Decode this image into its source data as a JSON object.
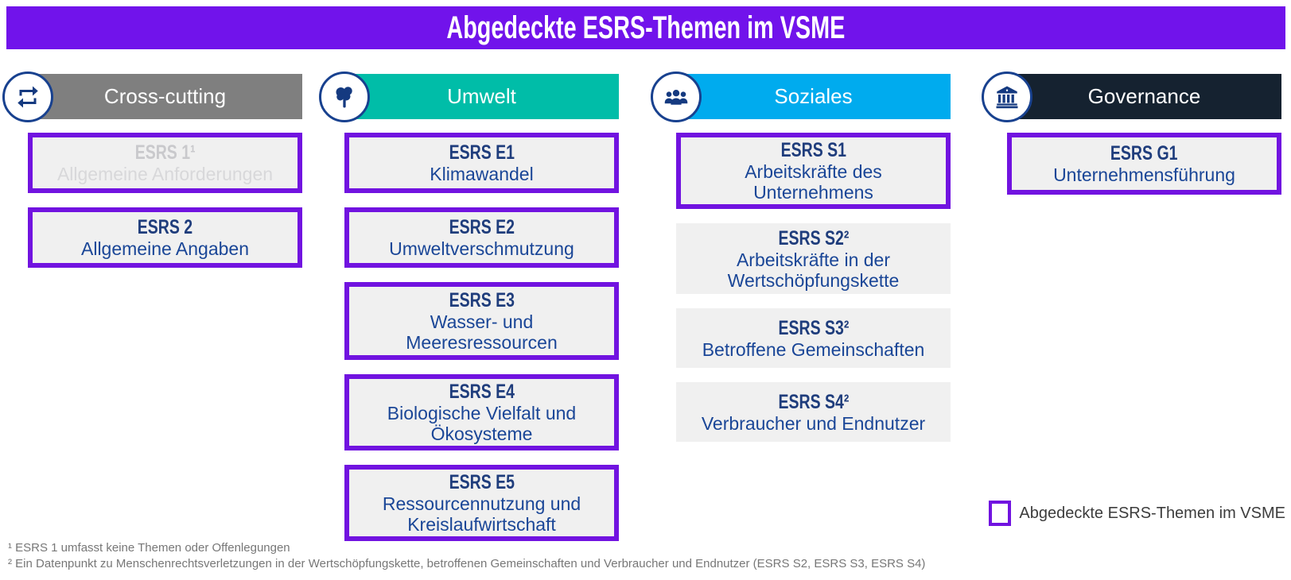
{
  "banner": {
    "title": "Abgedeckte ESRS-Themen im VSME"
  },
  "columns": [
    {
      "header": {
        "label": "Cross-cutting",
        "icon": "repeat-icon",
        "color": "#7F7F7F"
      },
      "boxes": [
        {
          "title": "ESRS 1¹",
          "subtitle": "Allgemeine Anforderungen",
          "covered": true,
          "muted": true
        },
        {
          "title": "ESRS 2",
          "subtitle": "Allgemeine Angaben",
          "covered": true,
          "muted": false
        }
      ]
    },
    {
      "header": {
        "label": "Umwelt",
        "icon": "tree-icon",
        "color": "#00BDA8"
      },
      "boxes": [
        {
          "title": "ESRS E1",
          "subtitle": "Klimawandel",
          "covered": true,
          "muted": false
        },
        {
          "title": "ESRS E2",
          "subtitle": "Umweltverschmutzung",
          "covered": true,
          "muted": false
        },
        {
          "title": "ESRS E3",
          "subtitle": "Wasser- und\nMeeresressourcen",
          "covered": true,
          "muted": false
        },
        {
          "title": "ESRS E4",
          "subtitle": "Biologische Vielfalt und\nÖkosysteme",
          "covered": true,
          "muted": false
        },
        {
          "title": "ESRS E5",
          "subtitle": "Ressourcennutzung und\nKreislaufwirtschaft",
          "covered": true,
          "muted": false
        }
      ]
    },
    {
      "header": {
        "label": "Soziales",
        "icon": "people-icon",
        "color": "#00ABEE"
      },
      "boxes": [
        {
          "title": "ESRS S1",
          "subtitle": "Arbeitskräfte des\nUnternehmens",
          "covered": true,
          "muted": false
        },
        {
          "title": "ESRS S2²",
          "subtitle": "Arbeitskräfte in der\nWertschöpfungskette",
          "covered": false,
          "muted": false
        },
        {
          "title": "ESRS S3²",
          "subtitle": "Betroffene Gemeinschaften",
          "covered": false,
          "muted": false
        },
        {
          "title": "ESRS S4²",
          "subtitle": "Verbraucher und Endnutzer",
          "covered": false,
          "muted": false
        }
      ]
    },
    {
      "header": {
        "label": "Governance",
        "icon": "bank-icon",
        "color": "#152230"
      },
      "boxes": [
        {
          "title": "ESRS G1",
          "subtitle": "Unternehmensführung",
          "covered": true,
          "muted": false
        }
      ]
    }
  ],
  "legend": {
    "label": "Abgedeckte ESRS-Themen im VSME"
  },
  "footnotes": [
    "¹ ESRS 1 umfasst keine Themen oder Offenlegungen",
    "² Ein Datenpunkt zu Menschenrechtsverletzungen in der Wertschöpfungskette, betroffenen Gemeinschaften und Verbraucher und Endnutzer (ESRS S2, ESRS S3, ESRS S4)"
  ],
  "colors": {
    "banner_purple": "#7113EB",
    "covered_border_purple": "#7113E0",
    "cross_cutting_gray": "#7F7F7F",
    "umwelt_teal": "#00BDA8",
    "soziales_blue": "#00ABEE",
    "governance_navy": "#152230",
    "box_fill": "#F0F0F0",
    "title_navy": "#1F3D7C",
    "subtitle_blue": "#1A4697",
    "icon_navy": "#18418F",
    "muted_title_gray": "#C9C9CC",
    "footnote_gray": "#777777"
  }
}
